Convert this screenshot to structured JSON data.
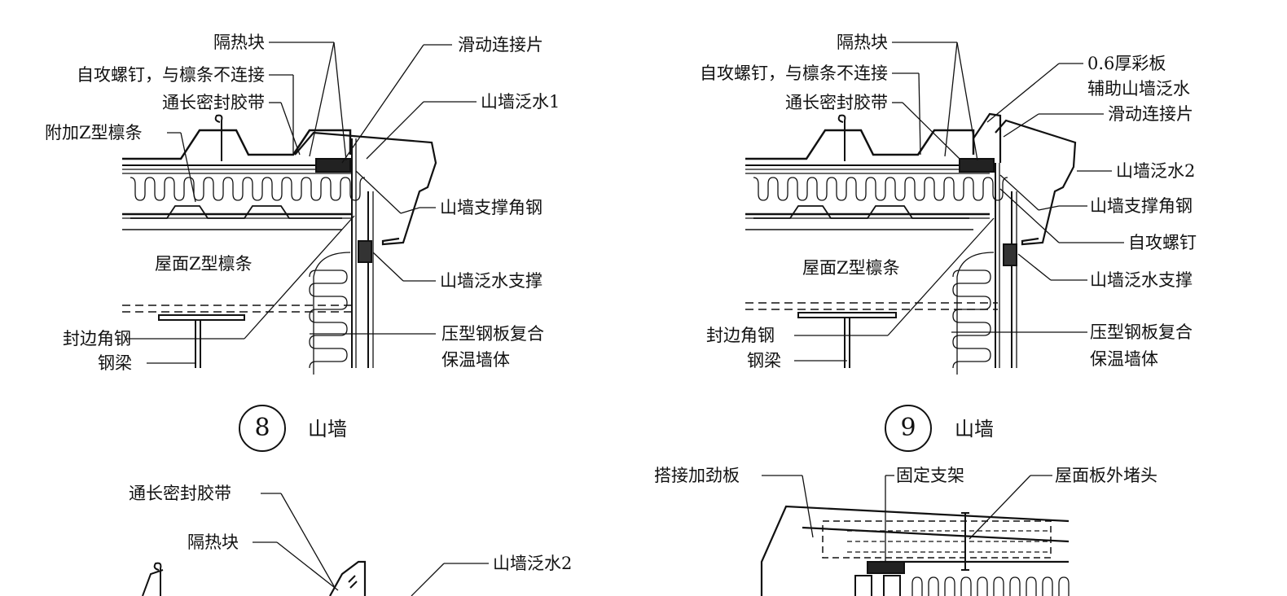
{
  "detail_8": {
    "labels": {
      "insulation_block": "隔热块",
      "self_tapping_screw_note": "自攻螺钉，与檩条不连接",
      "sealing_tape": "通长密封胶带",
      "extra_z_purlin": "附加Z型檩条",
      "sliding_clip": "滑动连接片",
      "gable_flashing": "山墙泛水1",
      "gable_support_angle": "山墙支撑角钢",
      "roof_z_purlin": "屋面Z型檩条",
      "flashing_support": "山墙泛水支撑",
      "edge_angle": "封边角钢",
      "steel_beam": "钢梁",
      "wall_line1": "压型钢板复合",
      "wall_line2": "保温墙体"
    },
    "number": "8",
    "title": "山墙"
  },
  "detail_9": {
    "labels": {
      "insulation_block": "隔热块",
      "self_tapping_screw_note": "自攻螺钉，与檩条不连接",
      "sealing_tape": "通长密封胶带",
      "color_plate_line1": "0.6厚彩板",
      "color_plate_line2": "辅助山墙泛水",
      "sliding_clip": "滑动连接片",
      "gable_flashing": "山墙泛水2",
      "gable_support_angle": "山墙支撑角钢",
      "self_tapping_screw": "自攻螺钉",
      "roof_z_purlin": "屋面Z型檩条",
      "flashing_support": "山墙泛水支撑",
      "edge_angle": "封边角钢",
      "steel_beam": "钢梁",
      "wall_line1": "压型钢板复合",
      "wall_line2": "保温墙体"
    },
    "number": "9",
    "title": "山墙"
  },
  "detail_10": {
    "labels": {
      "sealing_tape": "通长密封胶带",
      "insulation_block": "隔热块",
      "gable_flashing": "山墙泛水2"
    }
  },
  "detail_11": {
    "labels": {
      "lap_stiffener": "搭接加劲板",
      "fixed_bracket": "固定支架",
      "end_closure": "屋面板外堵头"
    }
  }
}
